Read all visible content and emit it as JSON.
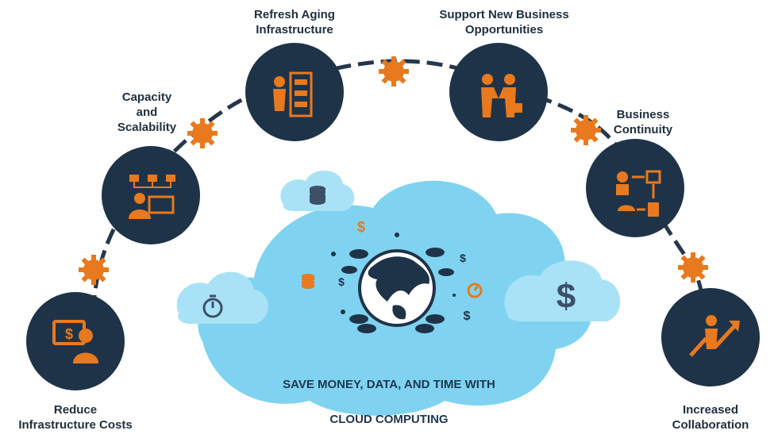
{
  "benefits": [
    {
      "id": "reduce-costs",
      "label": "Reduce\nInfrastructure Costs"
    },
    {
      "id": "capacity",
      "label": "Capacity\nand\nScalability"
    },
    {
      "id": "refresh",
      "label": "Refresh Aging\nInfrastructure"
    },
    {
      "id": "support",
      "label": "Support New Business\nOpportunities"
    },
    {
      "id": "continuity",
      "label": "Business\nContinuity"
    },
    {
      "id": "collaboration",
      "label": "Increased\nCollaboration"
    }
  ],
  "center": {
    "line1": "SAVE MONEY, DATA, AND TIME WITH",
    "line2": "CLOUD COMPUTING"
  },
  "colors": {
    "navy": "#1f3348",
    "orange": "#e8791e",
    "cloud": "#7fd3f0",
    "cloud_light": "#a9e2f6",
    "text": "#1f2f3f"
  },
  "icons": [
    "gear-icon",
    "monitor-dollar-icon",
    "network-presenter-icon",
    "server-rack-icon",
    "handshake-icon",
    "flowchart-icon",
    "growth-chart-icon",
    "globe-icon",
    "database-icon",
    "stopwatch-icon",
    "dollar-icon"
  ]
}
